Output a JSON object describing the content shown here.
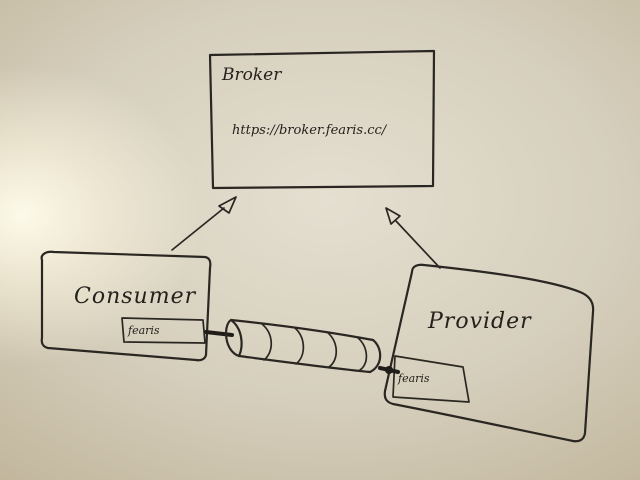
{
  "diagram": {
    "broker": {
      "title": "Broker",
      "url": "https://broker.fearis.cc/"
    },
    "consumer": {
      "title": "Consumer",
      "tag": "fearis"
    },
    "provider": {
      "title": "Provider",
      "tag": "fearis"
    }
  }
}
